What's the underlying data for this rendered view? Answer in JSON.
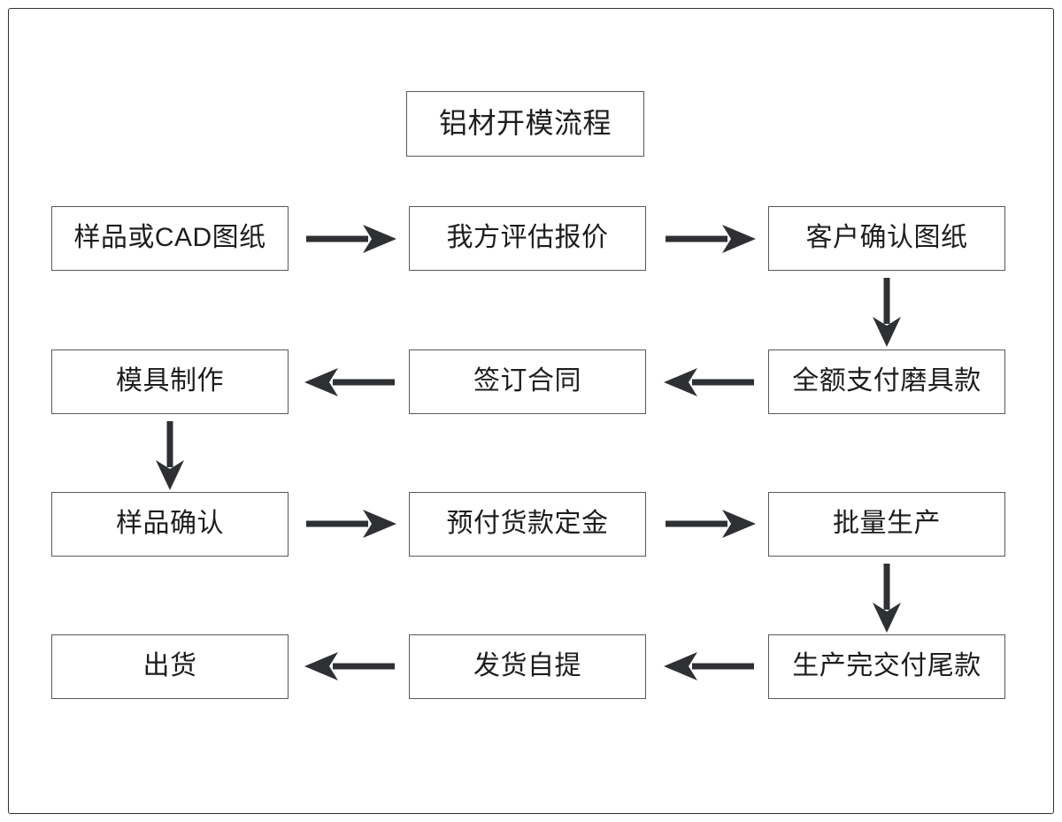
{
  "chart_data": {
    "type": "diagram",
    "title": "铝材开模流程",
    "nodes": [
      {
        "id": "n1",
        "label": "样品或CAD图纸",
        "row": 1,
        "col": 1
      },
      {
        "id": "n2",
        "label": "我方评估报价",
        "row": 1,
        "col": 2
      },
      {
        "id": "n3",
        "label": "客户确认图纸",
        "row": 1,
        "col": 3
      },
      {
        "id": "n4",
        "label": "全额支付磨具款",
        "row": 2,
        "col": 3
      },
      {
        "id": "n5",
        "label": "签订合同",
        "row": 2,
        "col": 2
      },
      {
        "id": "n6",
        "label": "模具制作",
        "row": 2,
        "col": 1
      },
      {
        "id": "n7",
        "label": "样品确认",
        "row": 3,
        "col": 1
      },
      {
        "id": "n8",
        "label": "预付货款定金",
        "row": 3,
        "col": 2
      },
      {
        "id": "n9",
        "label": "批量生产",
        "row": 3,
        "col": 3
      },
      {
        "id": "n10",
        "label": "生产完交付尾款",
        "row": 4,
        "col": 3
      },
      {
        "id": "n11",
        "label": "发货自提",
        "row": 4,
        "col": 2
      },
      {
        "id": "n12",
        "label": "出货",
        "row": 4,
        "col": 1
      }
    ],
    "edges": [
      {
        "from": "n1",
        "to": "n2",
        "direction": "right"
      },
      {
        "from": "n2",
        "to": "n3",
        "direction": "right"
      },
      {
        "from": "n3",
        "to": "n4",
        "direction": "down"
      },
      {
        "from": "n4",
        "to": "n5",
        "direction": "left"
      },
      {
        "from": "n5",
        "to": "n6",
        "direction": "left"
      },
      {
        "from": "n6",
        "to": "n7",
        "direction": "down"
      },
      {
        "from": "n7",
        "to": "n8",
        "direction": "right"
      },
      {
        "from": "n8",
        "to": "n9",
        "direction": "right"
      },
      {
        "from": "n9",
        "to": "n10",
        "direction": "down"
      },
      {
        "from": "n10",
        "to": "n11",
        "direction": "left"
      },
      {
        "from": "n11",
        "to": "n12",
        "direction": "left"
      }
    ],
    "colors": {
      "box_border": "#555a5e",
      "frame_border": "#2e3033",
      "arrow": "#2e3033",
      "text": "#1c1d1f",
      "background": "#ffffff"
    }
  },
  "diagram": {
    "title": "铝材开模流程",
    "boxes": {
      "title": "铝材开模流程",
      "r1c1": "样品或CAD图纸",
      "r1c2": "我方评估报价",
      "r1c3": "客户确认图纸",
      "r2c1": "模具制作",
      "r2c2": "签订合同",
      "r2c3": "全额支付磨具款",
      "r3c1": "样品确认",
      "r3c2": "预付货款定金",
      "r3c3": "批量生产",
      "r4c1": "出货",
      "r4c2": "发货自提",
      "r4c3": "生产完交付尾款"
    }
  }
}
